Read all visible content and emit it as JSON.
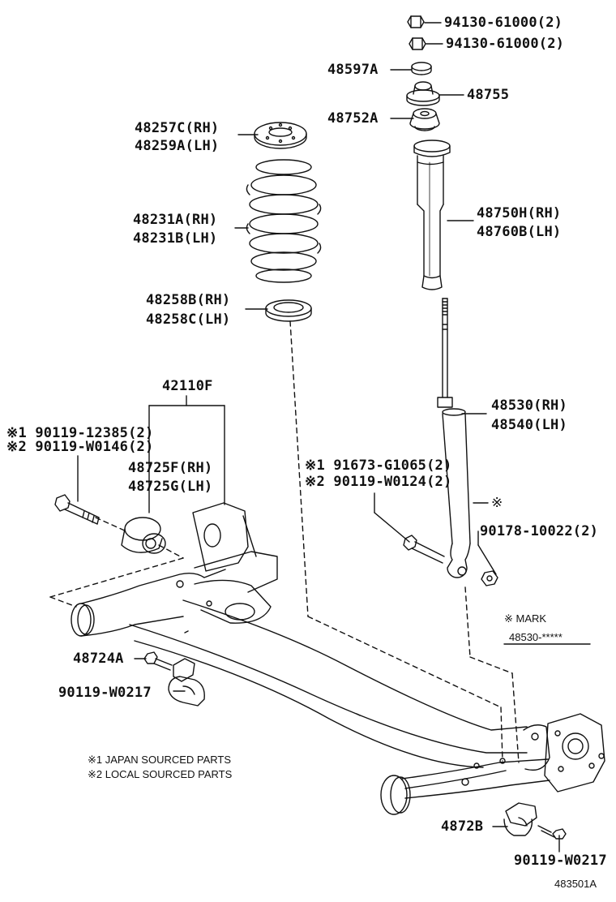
{
  "labels": {
    "nut_1": "94130-61000(2)",
    "nut_2": "94130-61000(2)",
    "washer": "48597A",
    "mount_upper": "48755",
    "mount_lower": "48752A",
    "spring_seat_upper_1": "48257C(RH)",
    "spring_seat_upper_2": "48259A(LH)",
    "spring_1": "48231A(RH)",
    "spring_2": "48231B(LH)",
    "spring_seat_lower_1": "48258B(RH)",
    "spring_seat_lower_2": "48258C(LH)",
    "boot_1": "48750H(RH)",
    "boot_2": "48760B(LH)",
    "axle": "42110F",
    "bolt_a_1": "※1 90119-12385(2)",
    "bolt_a_2": "※2 90119-W0146(2)",
    "bushing_1": "48725F(RH)",
    "bushing_2": "48725G(LH)",
    "absorber_1": "48530(RH)",
    "absorber_2": "48540(LH)",
    "bolt_b_1": "※1 91673-G1065(2)",
    "bolt_b_2": "※2 90119-W0124(2)",
    "nut_lower": "90178-10022(2)",
    "mark_symbol": "※",
    "mark_title": "※   MARK",
    "mark_code": "48530-*****",
    "bolt_c": "48724A",
    "bolt_d": "90119-W0217",
    "bracket": "4872B",
    "bolt_e": "90119-W0217",
    "note_1": "※1 JAPAN SOURCED PARTS",
    "note_2": "※2 LOCAL SOURCED PARTS",
    "figure_id": "483501A"
  }
}
